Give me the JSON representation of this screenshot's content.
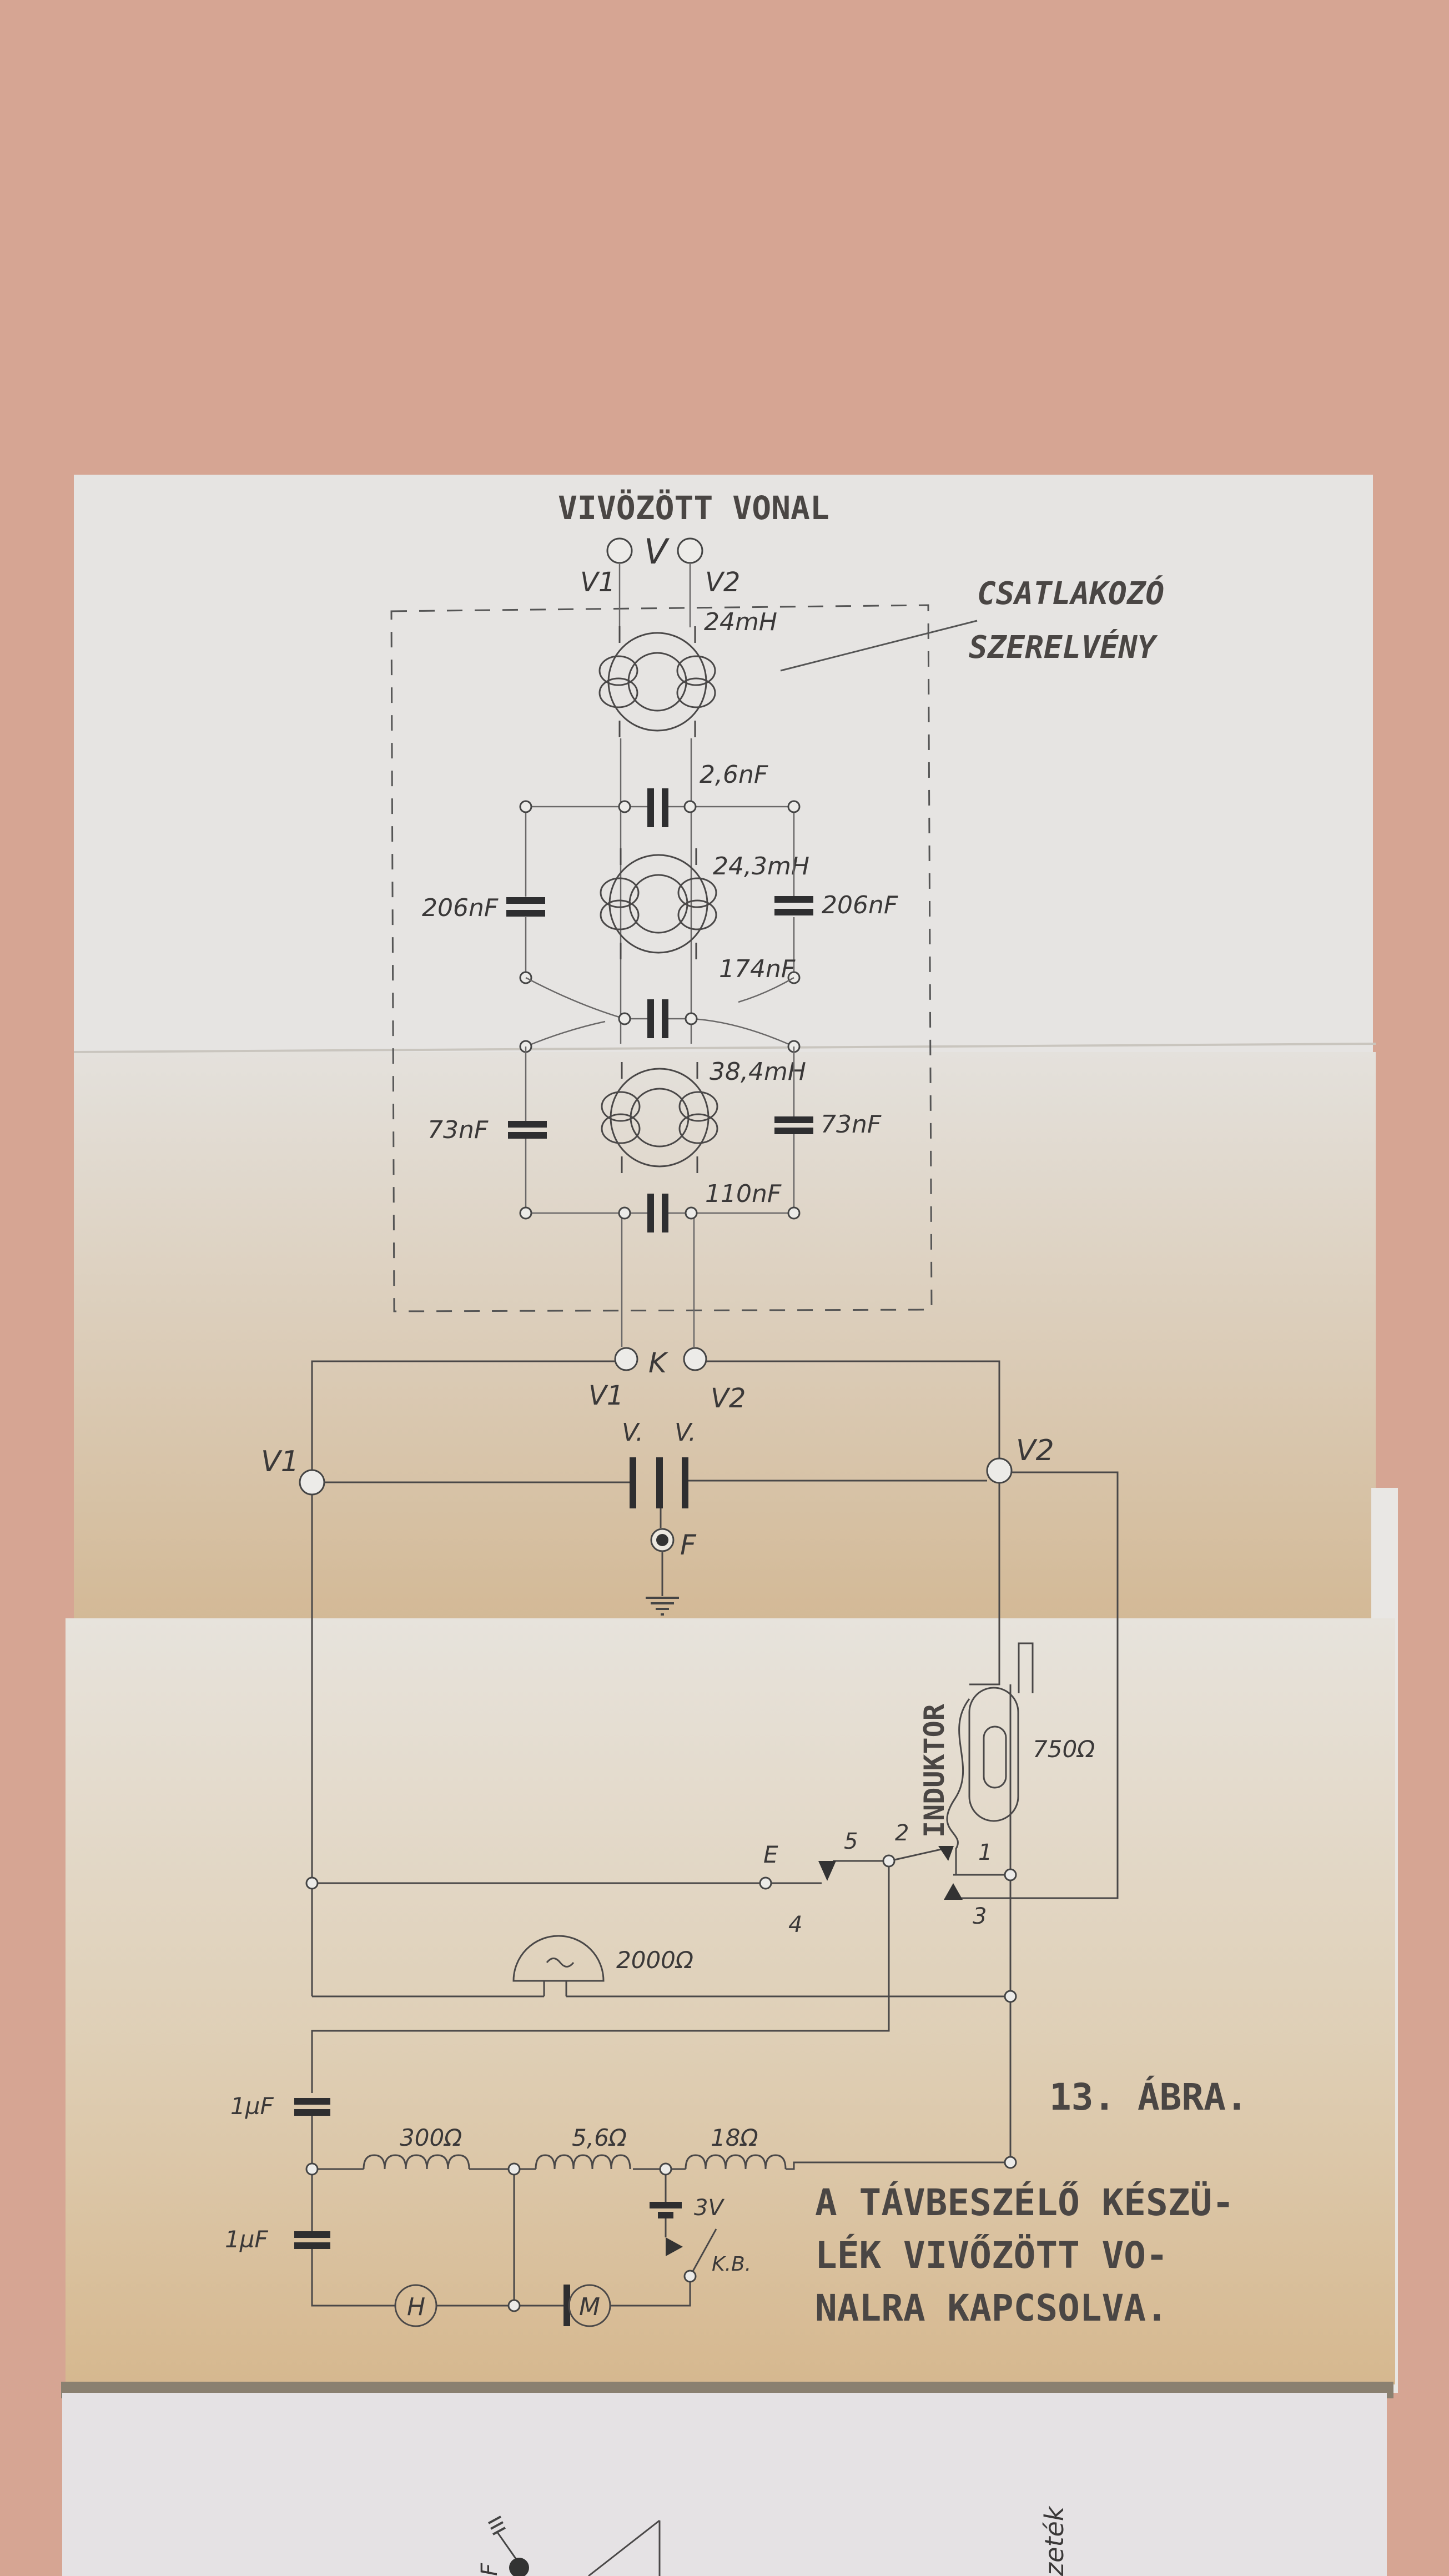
{
  "diagram": {
    "header": {
      "title": "VIVÖZÖTT VONAL",
      "terminal_v": "V",
      "v1": "V1",
      "v2": "V2"
    },
    "assembly_label": {
      "line1": "CSATLAKOZÓ",
      "line2": "SZERELVÉNY"
    },
    "filter": {
      "l1": "24mH",
      "c_series_1": "2,6nF",
      "l2": "24,3mH",
      "c_shunt_left_1": "206nF",
      "c_shunt_right_1": "206nF",
      "c_series_2": "174nF",
      "l3": "38,4mH",
      "c_shunt_left_2": "73nF",
      "c_shunt_right_2": "73nF",
      "c_series_3": "110nF"
    },
    "connector": {
      "k": "K",
      "v1": "V1",
      "v2": "V2"
    },
    "surge": {
      "vdot_left": "V.",
      "vdot_right": "V.",
      "ground": "F",
      "v1": "V1",
      "v2": "V2"
    },
    "inductor": {
      "label": "INDUKTOR",
      "resistance": "750Ω"
    },
    "contacts": {
      "e": "E",
      "c1": "1",
      "c2": "2",
      "c3": "3",
      "c4": "4",
      "c5": "5"
    },
    "bell": {
      "resistance": "2000Ω"
    },
    "speech": {
      "c1": "1µF",
      "c2": "1µF",
      "r1": "300Ω",
      "r2": "5,6Ω",
      "r3": "18Ω",
      "battery": "3V",
      "switch": "K.B.",
      "handset": "H",
      "mic": "M"
    },
    "caption": {
      "figure": "13. ÁBRA.",
      "line1": "A TÁVBESZÉLŐ KÉSZÜ-",
      "line2": "LÉK VIVŐZÖTT VO-",
      "line3": "NALRA KAPCSOLVA."
    },
    "next_page": {
      "fragment": "zeték",
      "ground": "F"
    }
  }
}
